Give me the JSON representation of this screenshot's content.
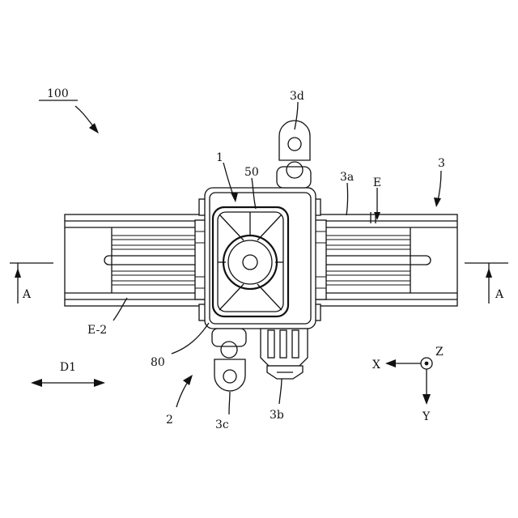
{
  "labels": {
    "assembly": "100",
    "unit": "1",
    "element_50": "50",
    "terminal_3d": "3d",
    "rail_3a": "3a",
    "rail_E": "E",
    "rail_3": "3",
    "section_left": "A",
    "section_right": "A",
    "side_E2": "E-2",
    "bracket_80": "80",
    "direction_D1": "D1",
    "part_2": "2",
    "terminal_3c": "3c",
    "terminal_3b": "3b",
    "axis_x": "X",
    "axis_y": "Y",
    "axis_z": "Z"
  }
}
